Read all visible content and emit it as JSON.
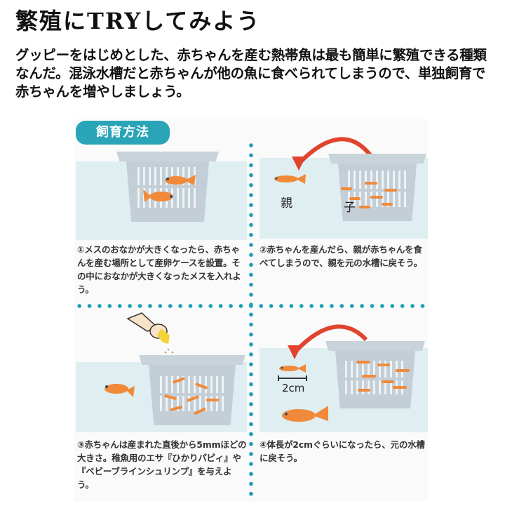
{
  "title": "繁殖にTRYしてみよう",
  "intro": "グッピーをはじめとした、赤ちゃんを産む熱帯魚は最も簡単に繁殖できる種類なんだ。混泳水槽だと赤ちゃんが他の魚に食べられてしまうので、単独飼育で赤ちゃんを増やしましょう。",
  "section": {
    "badge": "飼育方法",
    "accent_color": "#2aa5b7",
    "steps": [
      {
        "caption": "①メスのおなかが大きくなったら、赤ちゃんを産む場所として産卵ケースを設置。その中におなかが大きくなったメスを入れよう。"
      },
      {
        "caption": "②赤ちゃんを産んだら、親が赤ちゃんを食べてしまうので、親を元の水槽に戻そう。",
        "labels": {
          "parent": "親",
          "child": "子"
        }
      },
      {
        "caption": "③赤ちゃんは産まれた直後から5mmほどの大きさ。稚魚用のエサ『ひかりパピィ』や『ベビーブラインシュリンプ』を与えよう。"
      },
      {
        "caption": "④体長が2cmぐらいになったら、元の水槽に戻そう。",
        "labels": {
          "size": "2cm"
        }
      }
    ]
  }
}
